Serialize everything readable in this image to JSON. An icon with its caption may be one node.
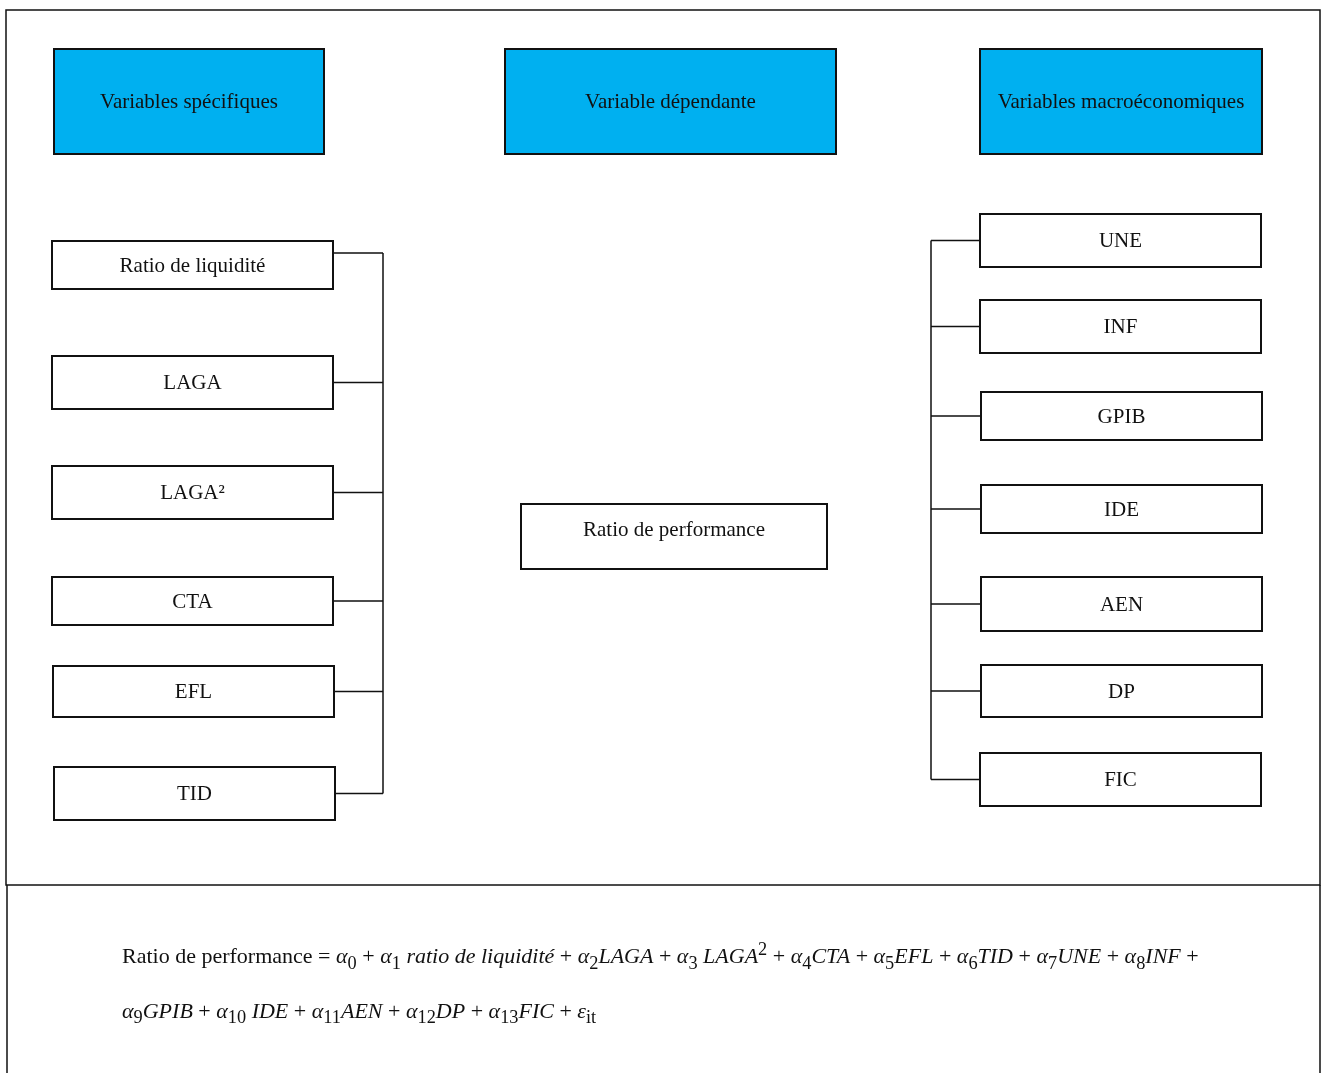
{
  "diagram": {
    "nodes": [
      {
        "text": [
          "Variables spécifiques"
        ]
      },
      {
        "text": [
          "Variable dépendante"
        ]
      },
      {
        "text": [
          "Variables macroéconomiques"
        ]
      },
      {
        "text": [
          "Ratio de liquidité"
        ]
      },
      {
        "text": [
          "LAGA"
        ]
      },
      {
        "text": [
          "LAGA²"
        ]
      },
      {
        "text": [
          "CTA"
        ]
      },
      {
        "text": [
          "EFL"
        ]
      },
      {
        "text": [
          "TID"
        ]
      },
      {
        "text": [
          "Ratio de performance"
        ]
      },
      {
        "text": [
          "UNE"
        ]
      },
      {
        "text": [
          "INF"
        ]
      },
      {
        "text": [
          "GPIB"
        ]
      },
      {
        "text": [
          "IDE"
        ]
      },
      {
        "text": [
          "AEN"
        ]
      },
      {
        "text": [
          "DP"
        ]
      },
      {
        "text": [
          "FIC"
        ]
      }
    ],
    "labels": [
      "Ratio de performance = *α*$_{0}$ + *α*$_{1}$ *ratio de liquidité* + *α*$_{2}$*LAGA* + *α*$_{3}$ *LAGA*$^{2}$ + *α*$_{4}$*CTA* + *α*$_{5}$*EFL* + *α*$_{6}$*TID* + *α*$_{7}$*UNE* + *α*$_{8}$*INF* + *α*$_{9}$*GPIB* + *α*$_{10}$ *IDE* + *α*$_{11}$*AEN* + *α*$_{12}$*DP* + *α*$_{13}$*FIC* + *ε*$_{it}$"
    ]
  }
}
